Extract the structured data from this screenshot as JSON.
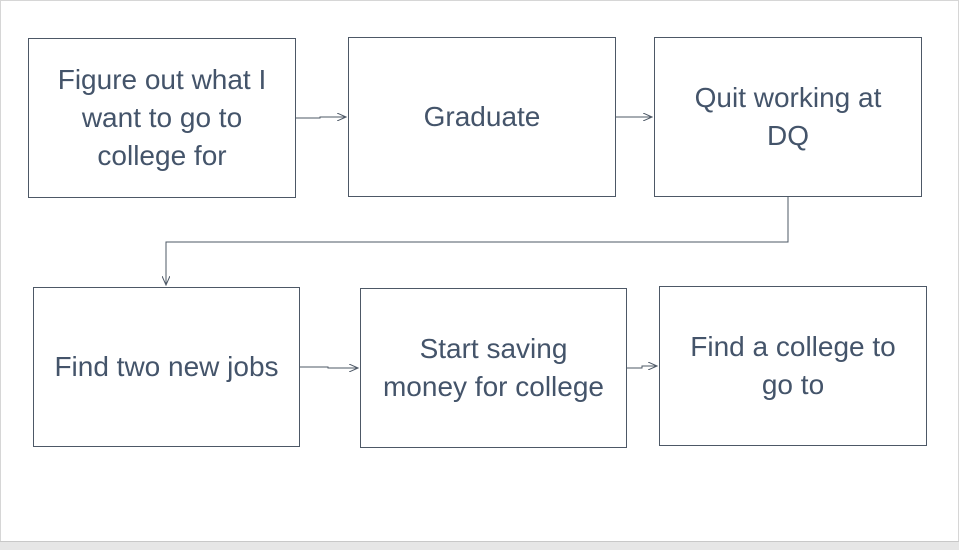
{
  "diagram": {
    "steps": [
      {
        "id": "s1",
        "label": "Figure out what I want to go to college for"
      },
      {
        "id": "s2",
        "label": "Graduate"
      },
      {
        "id": "s3",
        "label": "Quit working at DQ"
      },
      {
        "id": "s4",
        "label": "Find two new jobs"
      },
      {
        "id": "s5",
        "label": "Start saving money for college"
      },
      {
        "id": "s6",
        "label": "Find a college to go to"
      }
    ],
    "edges": [
      {
        "from": "s1",
        "to": "s2"
      },
      {
        "from": "s2",
        "to": "s3"
      },
      {
        "from": "s3",
        "to": "s4"
      },
      {
        "from": "s4",
        "to": "s5"
      },
      {
        "from": "s5",
        "to": "s6"
      }
    ],
    "colors": {
      "text": "#44546a",
      "border": "#4d5866",
      "connector": "#4d5866"
    }
  }
}
